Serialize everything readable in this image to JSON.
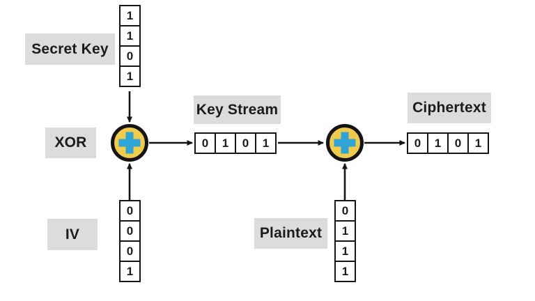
{
  "diagram": {
    "labels": {
      "secret_key": "Secret Key",
      "xor": "XOR",
      "iv": "IV",
      "key_stream": "Key Stream",
      "plaintext": "Plaintext",
      "ciphertext": "Ciphertext"
    },
    "bits": {
      "secret_key": [
        "1",
        "1",
        "0",
        "1"
      ],
      "iv": [
        "0",
        "0",
        "0",
        "1"
      ],
      "key_stream": [
        "0",
        "1",
        "0",
        "1"
      ],
      "plaintext": [
        "0",
        "1",
        "1",
        "1"
      ],
      "ciphertext": [
        "0",
        "1",
        "0",
        "1"
      ]
    },
    "icons": {
      "xor_node_1": "plus-in-circle-icon",
      "xor_node_2": "plus-in-circle-icon"
    },
    "colors": {
      "label_bg": "#dcdcdc",
      "node_fill": "#f0cc4a",
      "node_plus": "#2ea5d6",
      "stroke": "#141414",
      "bit_box_bg": "#ffffff",
      "background": "#ffffff"
    }
  }
}
